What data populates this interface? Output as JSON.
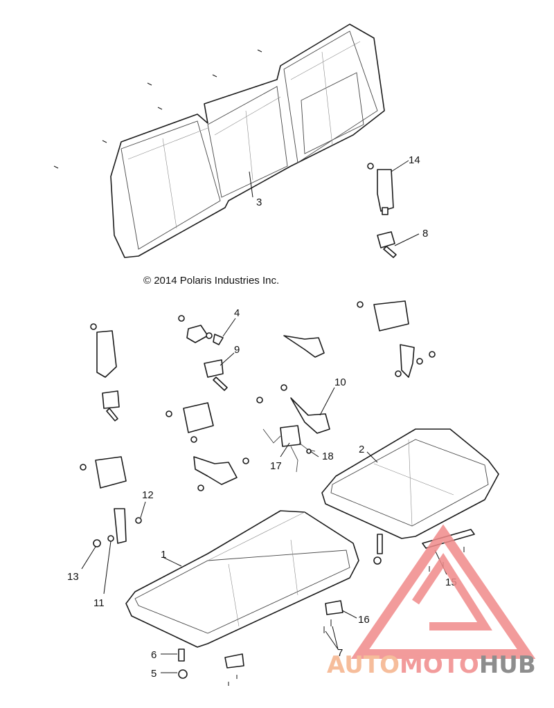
{
  "copyright": "© 2014 Polaris Industries Inc.",
  "watermark": {
    "part1": "AUTO",
    "part2": "MOTO",
    "part3": "HUB",
    "accent_color": "#f08a8a",
    "text_color": "#f5b28a",
    "hub_color": "#7a7a7a"
  },
  "callouts": {
    "c1": "1",
    "c2": "2",
    "c3": "3",
    "c4": "4",
    "c5": "5",
    "c6": "6",
    "c7": "7",
    "c8": "8",
    "c9": "9",
    "c10": "10",
    "c11": "11",
    "c12": "12",
    "c13": "13",
    "c14": "14",
    "c15": "15",
    "c16": "16",
    "c17": "17",
    "c18": "18"
  }
}
